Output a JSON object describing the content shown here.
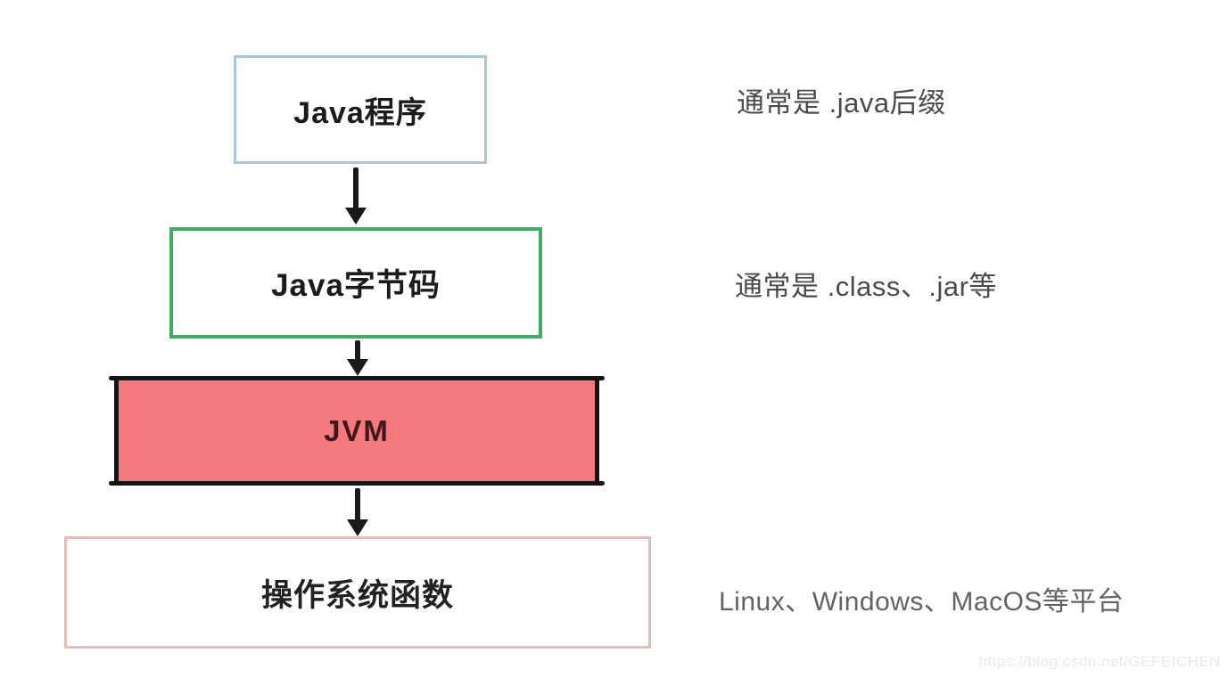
{
  "diagram": {
    "boxes": [
      {
        "label": "Java程序",
        "border_color": "#a9c7d9",
        "fill_color": "#ffffff",
        "text_color": "#1b1b1b"
      },
      {
        "label": "Java字节码",
        "border_color": "#3fae65",
        "fill_color": "#ffffff",
        "text_color": "#1b1b1b"
      },
      {
        "label": "JVM",
        "border_color": "#141414",
        "fill_color": "#f3797c",
        "text_color": "#43161c"
      },
      {
        "label": "操作系统函数",
        "border_color": "#e4beb6",
        "fill_color": "#ffffff",
        "text_color": "#222222"
      }
    ],
    "annotations": [
      {
        "text": "通常是 .java后缀",
        "color": "#4a4a4a"
      },
      {
        "text": "通常是 .class、.jar等",
        "color": "#4a4a4a"
      },
      {
        "text": "Linux、Windows、MacOS等平台",
        "color": "#636363"
      }
    ],
    "arrow_color": "#1a1a1a",
    "watermark": {
      "text": "https://blog.csdn.net/GEFEICHEN",
      "color": "#e9e9e9"
    }
  }
}
